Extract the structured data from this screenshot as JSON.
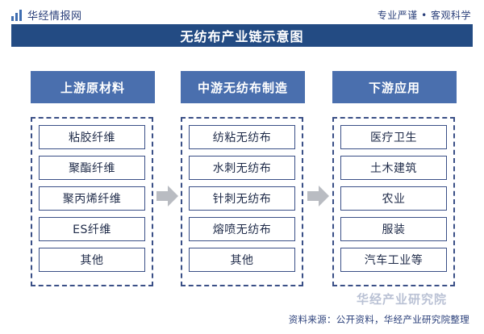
{
  "header": {
    "brand": "华经情报网",
    "tagline": "专业严谨 • 客观科学",
    "title": "无纺布产业链示意图"
  },
  "columns": [
    {
      "title": "上游原材料",
      "items": [
        "粘胶纤维",
        "聚酯纤维",
        "聚丙烯纤维",
        "ES纤维",
        "其他"
      ]
    },
    {
      "title": "中游无纺布制造",
      "items": [
        "纺粘无纺布",
        "水刺无纺布",
        "针刺无纺布",
        "熔喷无纺布",
        "其他"
      ]
    },
    {
      "title": "下游应用",
      "items": [
        "医疗卫生",
        "土木建筑",
        "农业",
        "服装",
        "汽车工业等"
      ]
    }
  ],
  "watermark": "华经产业研究院",
  "source": "资料来源：公开资料，华经产业研究院整理",
  "colors": {
    "title_bar": "#234b83",
    "column_header": "#4a6fae",
    "border": "#3a4f86",
    "arrow": "#b9bcc2"
  },
  "icons": {
    "brand_logo": "bar-chart-logo-icon",
    "flow_arrow": "arrow-right-icon"
  }
}
